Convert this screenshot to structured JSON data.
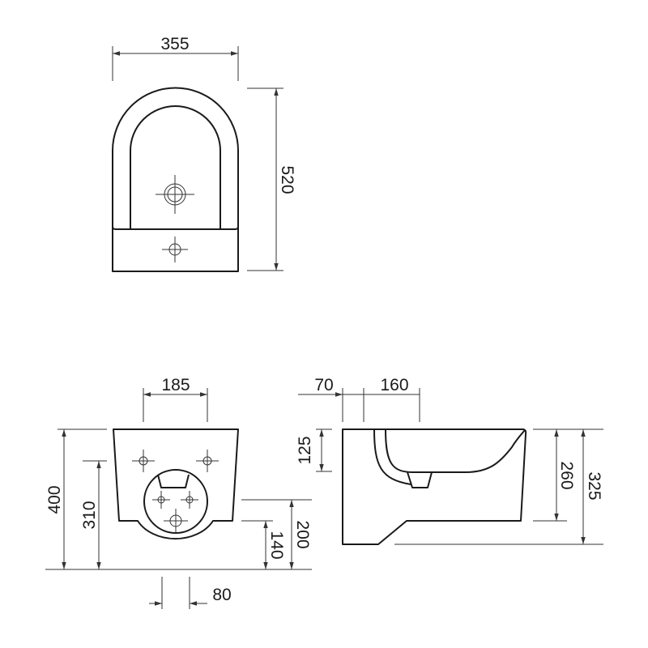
{
  "top_view": {
    "width_label": "355",
    "depth_label": "520"
  },
  "front_view": {
    "fixing_spacing_label": "185",
    "height_label": "400",
    "fixing_height_label": "310",
    "inlet_height_label": "200",
    "outlet_height_label": "140",
    "outlet_width_label": "80"
  },
  "side_view": {
    "offset_label": "70",
    "drain_distance_label": "160",
    "bowl_depth_label": "125",
    "body_height_label": "260",
    "total_height_label": "325"
  },
  "colors": {
    "line": "#1a1a1a",
    "background": "#ffffff"
  }
}
